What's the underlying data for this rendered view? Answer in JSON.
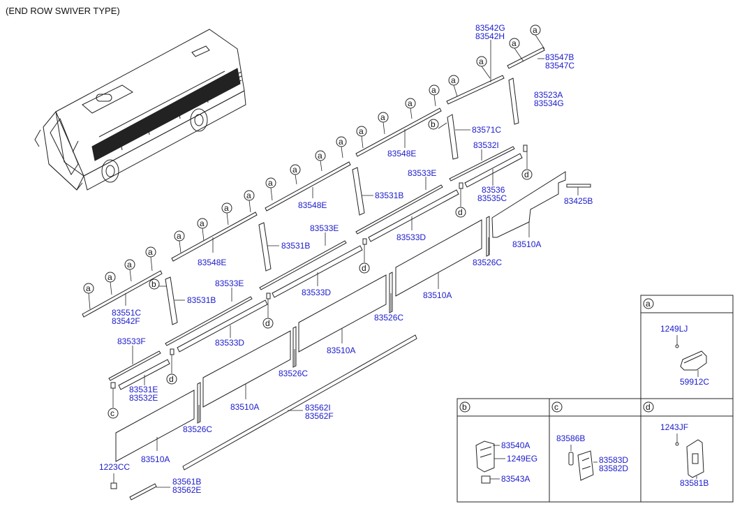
{
  "title": "(END ROW SWIVER TYPE)",
  "callout_letter_a": "a",
  "callout_letter_b": "b",
  "callout_letter_c": "c",
  "callout_letter_d": "d",
  "parts": {
    "p83542G": "83542G",
    "p83542H": "83542H",
    "p83547B": "83547B",
    "p83547C": "83547C",
    "p83523A": "83523A",
    "p83534G": "83534G",
    "p83571C": "83571C",
    "p83532I": "83532I",
    "p83533E": "83533E",
    "p83536": "83536",
    "p83535C": "83535C",
    "p83425B": "83425B",
    "p83548E": "83548E",
    "p83531B": "83531B",
    "p83533D": "83533D",
    "p83510A": "83510A",
    "p83526C": "83526C",
    "p83551C": "83551C",
    "p83542F": "83542F",
    "p83533F": "83533F",
    "p83531E": "83531E",
    "p83532E": "83532E",
    "p83562I": "83562I",
    "p83562F": "83562F",
    "p1223CC": "1223CC",
    "p83561B": "83561B",
    "p83562E": "83562E"
  },
  "detail_a": {
    "letter": "a",
    "p1": "1249LJ",
    "p2": "59912C"
  },
  "detail_b": {
    "letter": "b",
    "p1": "83540A",
    "p2": "1249EG",
    "p3": "83543A"
  },
  "detail_c": {
    "letter": "c",
    "p1": "83586B",
    "p2": "83583D",
    "p3": "83582D"
  },
  "detail_d": {
    "letter": "d",
    "p1": "1243JF",
    "p2": "83581B"
  }
}
